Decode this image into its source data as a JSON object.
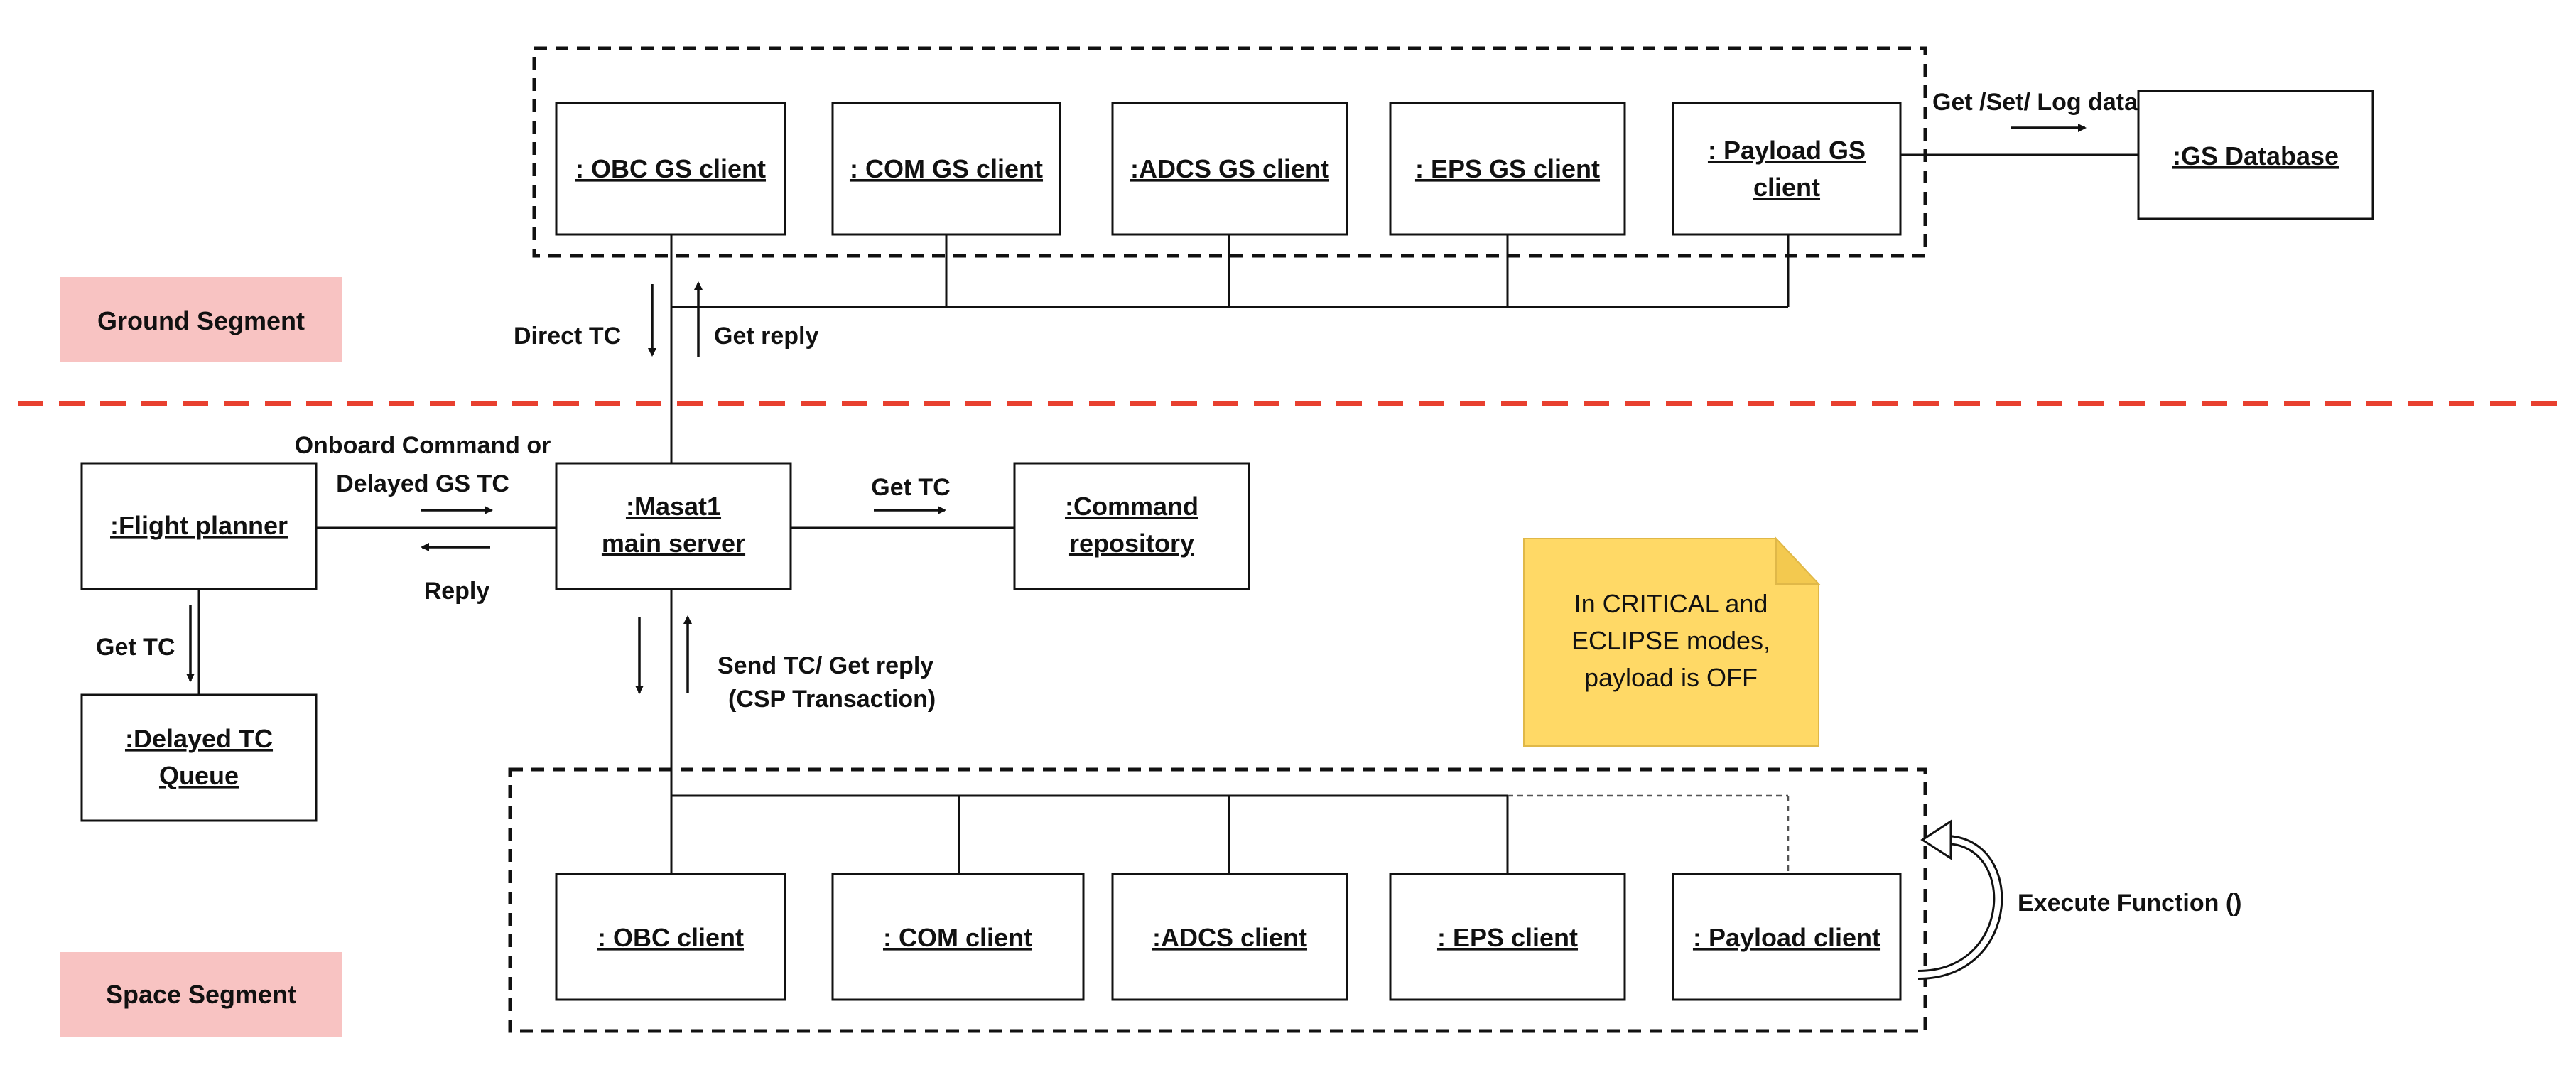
{
  "ground_segment": {
    "label": "Ground Segment",
    "clients": [
      {
        "lines": [
          ": OBC GS client"
        ]
      },
      {
        "lines": [
          ": COM GS client"
        ]
      },
      {
        "lines": [
          ":ADCS GS client"
        ]
      },
      {
        "lines": [
          ": EPS GS client"
        ]
      },
      {
        "lines": [
          ": Payload GS",
          "client"
        ]
      }
    ],
    "database": ":GS Database",
    "database_link": "Get /Set/ Log data",
    "down_msg": "Direct TC",
    "up_msg": "Get reply"
  },
  "main_server": {
    "lines": [
      ":Masat1",
      "main server"
    ]
  },
  "flight_planner": {
    "label": ":Flight planner",
    "to_server_msg": [
      "Onboard Command or",
      "Delayed GS TC"
    ],
    "reply_msg": "Reply",
    "queue_msg": "Get TC"
  },
  "delayed_queue": {
    "lines": [
      ":Delayed TC",
      "Queue"
    ]
  },
  "command_repository": {
    "lines": [
      ":Command",
      "repository"
    ],
    "link_msg": "Get TC"
  },
  "space_link": [
    "Send TC/ Get reply",
    "(CSP Transaction)"
  ],
  "note": [
    "In CRITICAL and",
    "ECLIPSE modes,",
    "payload is OFF"
  ],
  "space_segment": {
    "label": "Space Segment",
    "clients": [
      {
        "lines": [
          ": OBC client"
        ]
      },
      {
        "lines": [
          ": COM client"
        ]
      },
      {
        "lines": [
          ":ADCS client"
        ]
      },
      {
        "lines": [
          ": EPS client"
        ]
      },
      {
        "lines": [
          ": Payload client"
        ]
      }
    ],
    "self_call": "Execute Function ()"
  },
  "colors": {
    "divider": "#e8402f",
    "segment_label_bg": "#f8c3c2",
    "note_bg": "#ffd966"
  }
}
